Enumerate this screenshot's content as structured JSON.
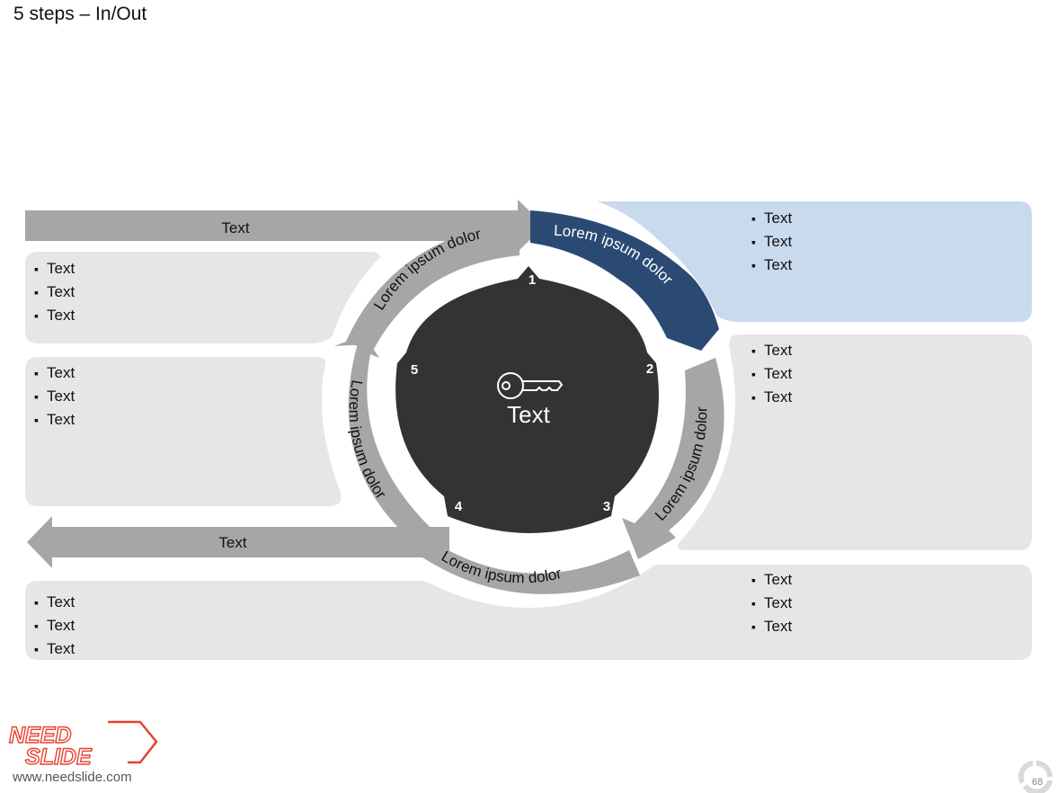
{
  "title": "5 steps – In/Out",
  "arrows": {
    "in_label": "Text",
    "out_label": "Text"
  },
  "cycle": {
    "segment_labels": [
      "Lorem ipsum dolor",
      "Lorem ipsum dolor",
      "Lorem ipsum dolor",
      "Lorem ipsum dolor",
      "Lorem ipsum dolor"
    ],
    "center_label": "Text",
    "center_icon": "key-icon",
    "step_numbers": [
      "1",
      "2",
      "3",
      "4",
      "5"
    ]
  },
  "boxes": {
    "left_top": [
      "Text",
      "Text",
      "Text"
    ],
    "left_middle": [
      "Text",
      "Text",
      "Text"
    ],
    "bottom_left": [
      "Text",
      "Text",
      "Text"
    ],
    "right_top": [
      "Text",
      "Text",
      "Text"
    ],
    "right_middle": [
      "Text",
      "Text",
      "Text"
    ],
    "bottom_right": [
      "Text",
      "Text",
      "Text"
    ]
  },
  "footer": {
    "logo_line1": "NEED",
    "logo_line2": "SLIDE",
    "url": "www.needslide.com",
    "page_number": "68"
  },
  "colors": {
    "highlight_segment": "#2a4a73",
    "segment_gray": "#a6a6a6",
    "hub": "#333333",
    "box_gray": "#e6e6e6",
    "box_blue": "#c9d9ee",
    "logo": "#e8412f"
  }
}
